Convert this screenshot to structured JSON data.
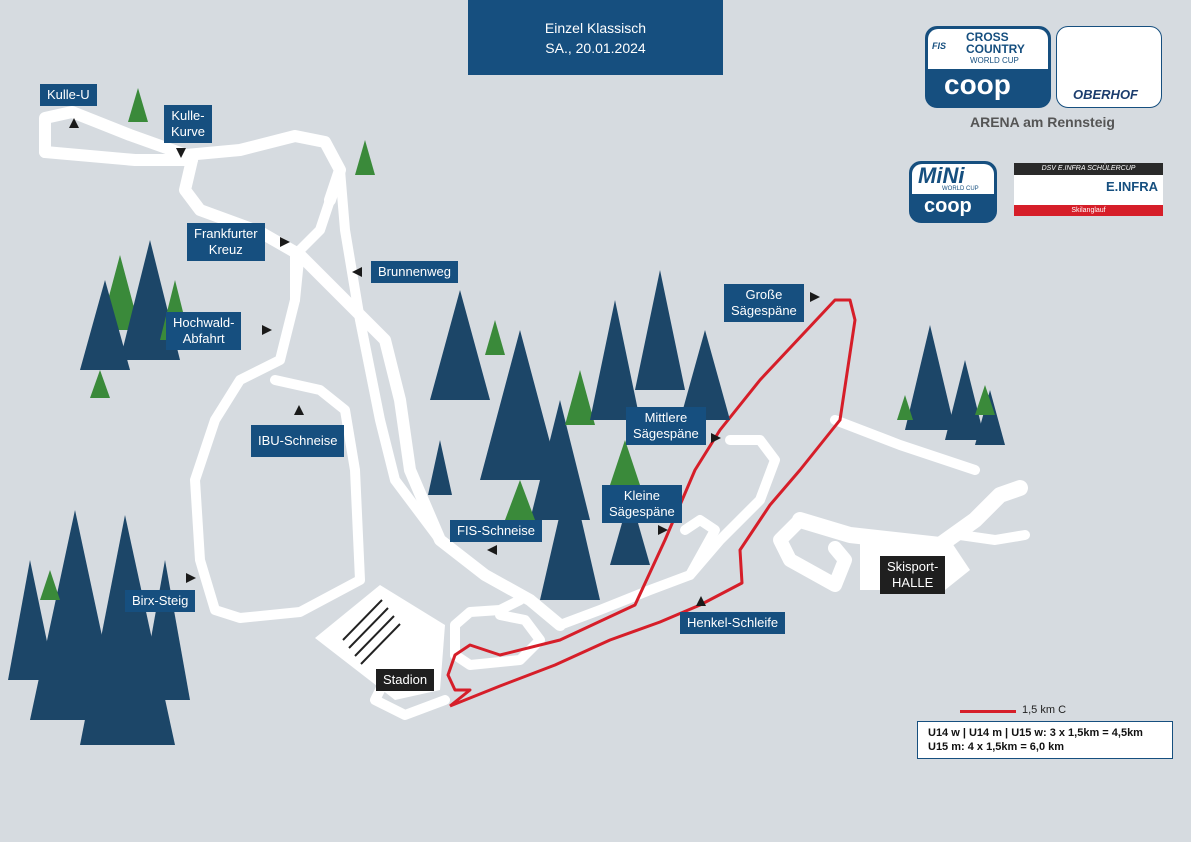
{
  "header": {
    "line1": "Einzel Klassisch",
    "line2": "SA., 20.01.2024"
  },
  "logos": {
    "fis_cc_line1": "CROSS",
    "fis_cc_line2": "COUNTRY",
    "fis_cc_line3": "WORLD CUP",
    "coop": "coop",
    "oberhof": "OBERHOF",
    "arena": "ARENA am Rennsteig",
    "mini": "MiNi",
    "mini_wc": "WORLD CUP",
    "mini_coop": "coop",
    "dsv_top": "DSV E.INFRA SCHÜLERCUP",
    "dsv_mid": "E.INFRA",
    "dsv_bottom": "Skilanglauf"
  },
  "places": {
    "kulle_u": "Kulle-U",
    "kulle_kurve": "Kulle-\nKurve",
    "frankfurter_kreuz": "Frankfurter\nKreuz",
    "brunnenweg": "Brunnenweg",
    "hochwald_abfahrt": "Hochwald-\nAbfahrt",
    "ibu_schneise": "IBU-Schneise",
    "birx_steig": "Birx-Steig",
    "fis_schneise": "FIS-Schneise",
    "kleine_saegespaene": "Kleine\nSägespäne",
    "mittlere_saegespaene": "Mittlere\nSägespäne",
    "grosse_saegespaene": "Große\nSägespäne",
    "henkel_schleife": "Henkel-Schleife",
    "stadion": "Stadion",
    "skisport_halle": "Skisport-\nHALLE"
  },
  "legend": {
    "route_label": "1,5 km C",
    "line1": "U14 w | U14 m | U15 w: 3 x 1,5km = 4,5km",
    "line2": "U15 m: 4 x 1,5km = 6,0 km",
    "route_color": "#d61e29"
  },
  "colors": {
    "background": "#d6dbe0",
    "label_bg": "#164f7f",
    "trail": "#ffffff"
  }
}
